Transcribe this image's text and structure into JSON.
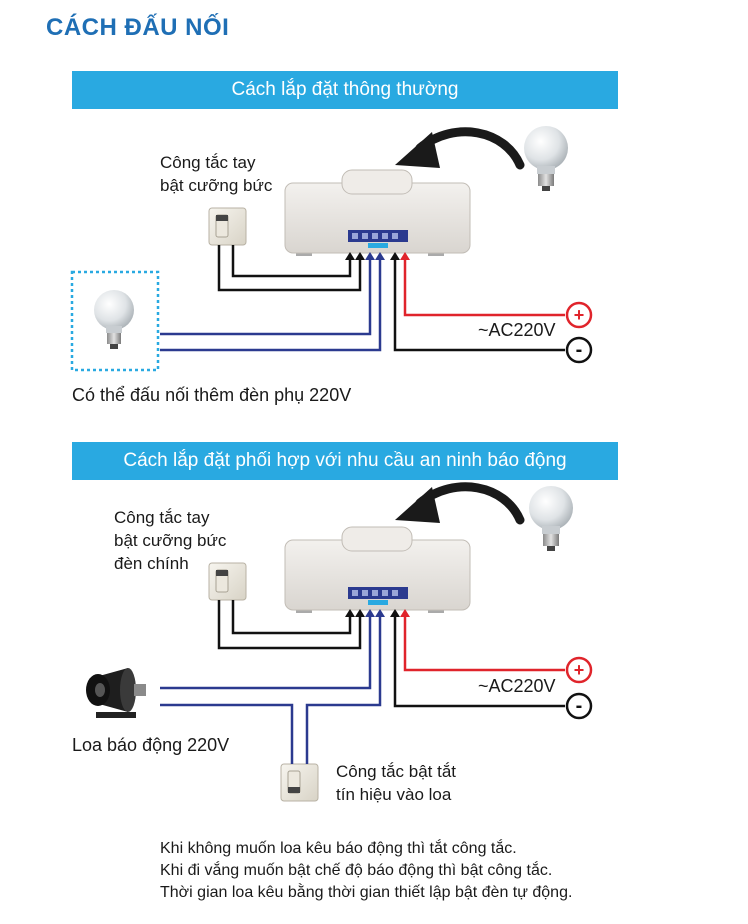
{
  "title": "CÁCH ĐẤU NỐI",
  "section1": {
    "banner": "Cách lắp đặt thông thường",
    "switch_label_line1": "Công tắc tay",
    "switch_label_line2": "bật cưỡng bức",
    "ac_label": "~AC220V",
    "plus_sign": "+",
    "minus_sign": "-",
    "extra_lamp_label": "Có thể đấu nối thêm đèn phụ 220V"
  },
  "section2": {
    "banner": "Cách lắp đặt phối hợp với nhu cầu an ninh báo động",
    "switch_label_line1": "Công tắc tay",
    "switch_label_line2": "bật cưỡng bức",
    "switch_label_line3": "đèn chính",
    "ac_label": "~AC220V",
    "plus_sign": "+",
    "minus_sign": "-",
    "speaker_label": "Loa báo động 220V",
    "signal_switch_line1": "Công tắc bật tắt",
    "signal_switch_line2": "tín hiệu vào loa"
  },
  "notes": [
    "Khi không muốn loa kêu báo động thì tắt công tắc.",
    "Khi đi vắng muốn bật chế độ báo động thì bật công tắc.",
    "Thời gian loa kêu bằng thời gian thiết lập bật đèn tự động."
  ],
  "colors": {
    "title": "#1f6fb5",
    "banner": "#29a9e1",
    "wire_blue": "#2b3a8f",
    "wire_red": "#e0242b",
    "wire_black": "#111111"
  },
  "icons": [
    "bulb-icon",
    "curved-arrow-icon",
    "wall-switch-icon",
    "sensor-device-icon",
    "alarm-speaker-icon",
    "plus-terminal-icon",
    "minus-terminal-icon"
  ]
}
